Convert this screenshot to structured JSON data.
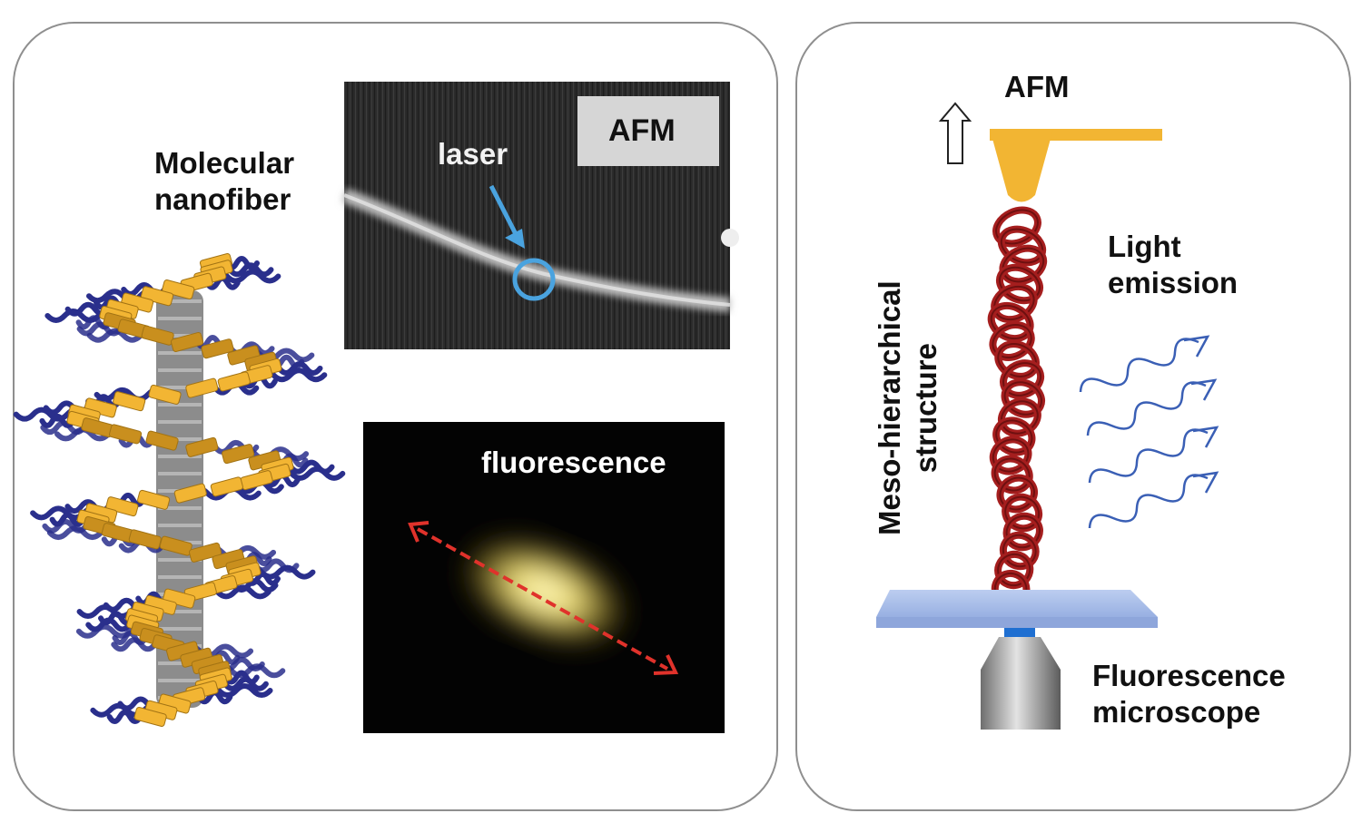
{
  "left_panel": {
    "molecule_label_line1": "Molecular",
    "molecule_label_line2": "nanofiber",
    "afm_image": {
      "tag": "AFM",
      "laser_label": "laser"
    },
    "fluorescence_image": {
      "label": "fluorescence"
    }
  },
  "right_panel": {
    "afm_label": "AFM",
    "structure_label_line1": "Meso-hierarchical",
    "structure_label_line2": "structure",
    "light_label_line1": "Light",
    "light_label_line2": "emission",
    "microscope_label_line1": "Fluorescence",
    "microscope_label_line2": "microscope"
  },
  "colors": {
    "gold": "#f2b533",
    "navy_chains": "#2a2f8c",
    "laser_blue": "#4aa3df",
    "fiber_red": "#a51e1e",
    "arrow_red": "#e0322b",
    "wave_blue": "#3a5fb5",
    "slide_blue": "#a9bde8"
  }
}
